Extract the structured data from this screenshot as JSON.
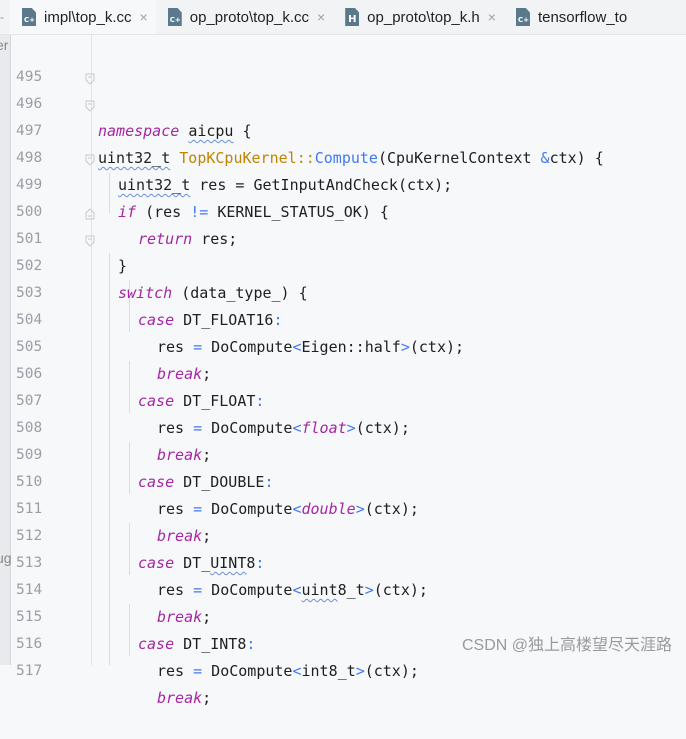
{
  "tabs": [
    {
      "label": "impl\\top_k.cc",
      "icon": "cpp-file-icon",
      "icon_text": "C+",
      "active": true,
      "closable": true
    },
    {
      "label": "op_proto\\top_k.cc",
      "icon": "cpp-file-icon",
      "icon_text": "C+",
      "active": false,
      "closable": true
    },
    {
      "label": "op_proto\\top_k.h",
      "icon": "header-file-icon",
      "icon_text": "H",
      "active": false,
      "closable": true
    },
    {
      "label": "tensorflow_to",
      "icon": "cpp-file-icon",
      "icon_text": "C+",
      "active": false,
      "closable": false
    }
  ],
  "tab_close_glyph": "×",
  "left_strip": {
    "top_text": "er",
    "bottom_text": "ug"
  },
  "lines": [
    {
      "num": "495"
    },
    {
      "num": "496"
    },
    {
      "num": "497"
    },
    {
      "num": "498"
    },
    {
      "num": "499"
    },
    {
      "num": "500"
    },
    {
      "num": "501"
    },
    {
      "num": "502"
    },
    {
      "num": "503"
    },
    {
      "num": "504"
    },
    {
      "num": "505"
    },
    {
      "num": "506"
    },
    {
      "num": "507"
    },
    {
      "num": "508"
    },
    {
      "num": "509"
    },
    {
      "num": "510"
    },
    {
      "num": "511"
    },
    {
      "num": "512"
    },
    {
      "num": "513"
    },
    {
      "num": "514"
    },
    {
      "num": "515"
    },
    {
      "num": "516"
    },
    {
      "num": "517"
    }
  ],
  "code": {
    "l496": {
      "kw": "namespace",
      "name": "aicpu",
      "rest": " {"
    },
    "l497": {
      "type": "uint32_t",
      "cls": "TopKCpuKernel",
      "sep": "::",
      "fn": "Compute",
      "args": "(CpuKernelContext ",
      "amp": "&",
      "rest": "ctx) {"
    },
    "l498": {
      "type": "uint32_t",
      "rest": " res = GetInputAndCheck(ctx);"
    },
    "l499": {
      "kw": "if",
      "a": " (res ",
      "op": "!=",
      "b": " KERNEL_STATUS_OK) {"
    },
    "l500": {
      "kw": "return",
      "rest": " res;"
    },
    "l501": {
      "rest": "}"
    },
    "l502": {
      "kw": "switch",
      "rest": " (data_type_) {"
    },
    "l503": {
      "kw": "case",
      "label": " DT_FLOAT16",
      "colon": ":"
    },
    "l504": {
      "a": "res ",
      "eq": "=",
      "b": " DoCompute",
      "lt": "<",
      "tparam": "Eigen::half",
      "gt": ">",
      "c": "(ctx);"
    },
    "l505": {
      "kw": "break",
      "rest": ";"
    },
    "l506": {
      "kw": "case",
      "label": " DT_FLOAT",
      "colon": ":"
    },
    "l507": {
      "a": "res ",
      "eq": "=",
      "b": " DoCompute",
      "lt": "<",
      "tparam": "float",
      "gt": ">",
      "c": "(ctx);"
    },
    "l508": {
      "kw": "break",
      "rest": ";"
    },
    "l509": {
      "kw": "case",
      "label": " DT_DOUBLE",
      "colon": ":"
    },
    "l510": {
      "a": "res ",
      "eq": "=",
      "b": " DoCompute",
      "lt": "<",
      "tparam": "double",
      "gt": ">",
      "c": "(ctx);"
    },
    "l511": {
      "kw": "break",
      "rest": ";"
    },
    "l512": {
      "kw": "case",
      "label_a": " DT_",
      "label_sq": "UINT",
      "label_b": "8",
      "colon": ":"
    },
    "l513": {
      "a": "res ",
      "eq": "=",
      "b": " DoCompute",
      "lt": "<",
      "tparam_sq": "uint",
      "tparam": "8_t",
      "gt": ">",
      "c": "(ctx);"
    },
    "l514": {
      "kw": "break",
      "rest": ";"
    },
    "l515": {
      "kw": "case",
      "label": " DT_INT8",
      "colon": ":"
    },
    "l516": {
      "a": "res ",
      "eq": "=",
      "b": " DoCompute",
      "lt": "<",
      "tparam": "int8_t",
      "gt": ">",
      "c": "(ctx);"
    },
    "l517": {
      "kw": "break",
      "rest": ";"
    }
  },
  "watermark": "CSDN @独上高楼望尽天涯路",
  "colors": {
    "keyword": "#a626a4",
    "class_name": "#c18401",
    "method": "#4078f2",
    "operator": "#4078f2",
    "text": "#1f1f1f",
    "line_number": "#9a9ea5",
    "background": "#f7f8fa"
  }
}
